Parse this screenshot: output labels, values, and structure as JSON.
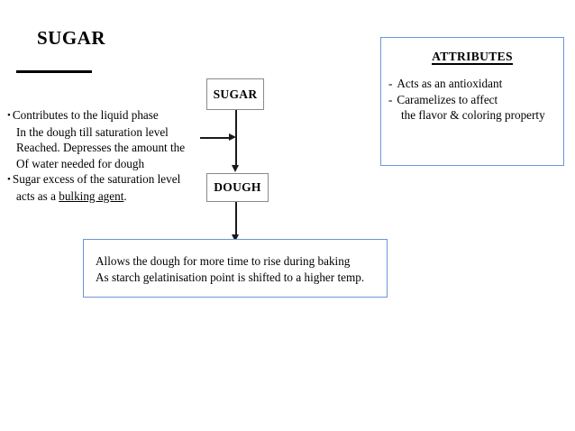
{
  "slide": {
    "title": "SUGAR ",
    "background_color": "#ffffff",
    "text_color": "#000000"
  },
  "left_notes": {
    "bullet_glyph": "•",
    "items": [
      {
        "text": "Contributes to the liquid phase\nIn the dough till saturation level\nReached. Depresses the amount the\nOf water needed for dough"
      },
      {
        "text_before": "Sugar excess of the saturation level\nacts as a ",
        "underlined": "bulking agent",
        "text_after": "."
      }
    ]
  },
  "flow": {
    "nodes": [
      {
        "label": "SUGAR",
        "border_color": "#8a8a8a"
      },
      {
        "label": "DOUGH",
        "border_color": "#8a8a8a"
      }
    ],
    "connector_color": "#1a1a1a"
  },
  "attributes_panel": {
    "heading": "ATTRIBUTES",
    "border_color": "#6d95d8",
    "dash_glyph": "-",
    "items": [
      {
        "text": "Acts as an antioxidant"
      },
      {
        "text": "Caramelizes to affect\n the flavor & coloring property"
      }
    ]
  },
  "outcome_panel": {
    "border_color": "#6d95d8",
    "text": "Allows the dough for more time to rise during baking\nAs starch gelatinisation point is shifted to a higher temp."
  }
}
